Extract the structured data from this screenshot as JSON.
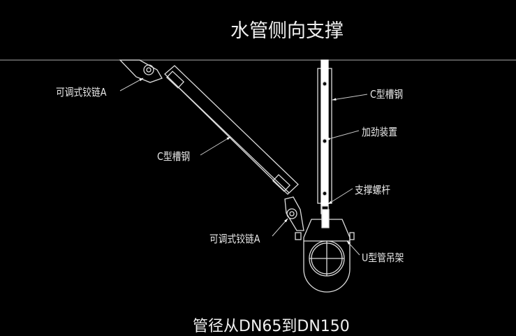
{
  "title": "水管侧向支撑",
  "caption": "管径从DN65到DN150",
  "labels": {
    "hinge_top": "可调式铰链A",
    "channel_diagonal": "C型槽钢",
    "channel_vertical": "C型槽钢",
    "stiffener": "加劲装置",
    "support_rod": "支撑螺杆",
    "hinge_bottom": "可调式铰链A",
    "u_hanger": "U型管吊架"
  },
  "colors": {
    "background": "#000000",
    "lines": "#ffffff"
  }
}
